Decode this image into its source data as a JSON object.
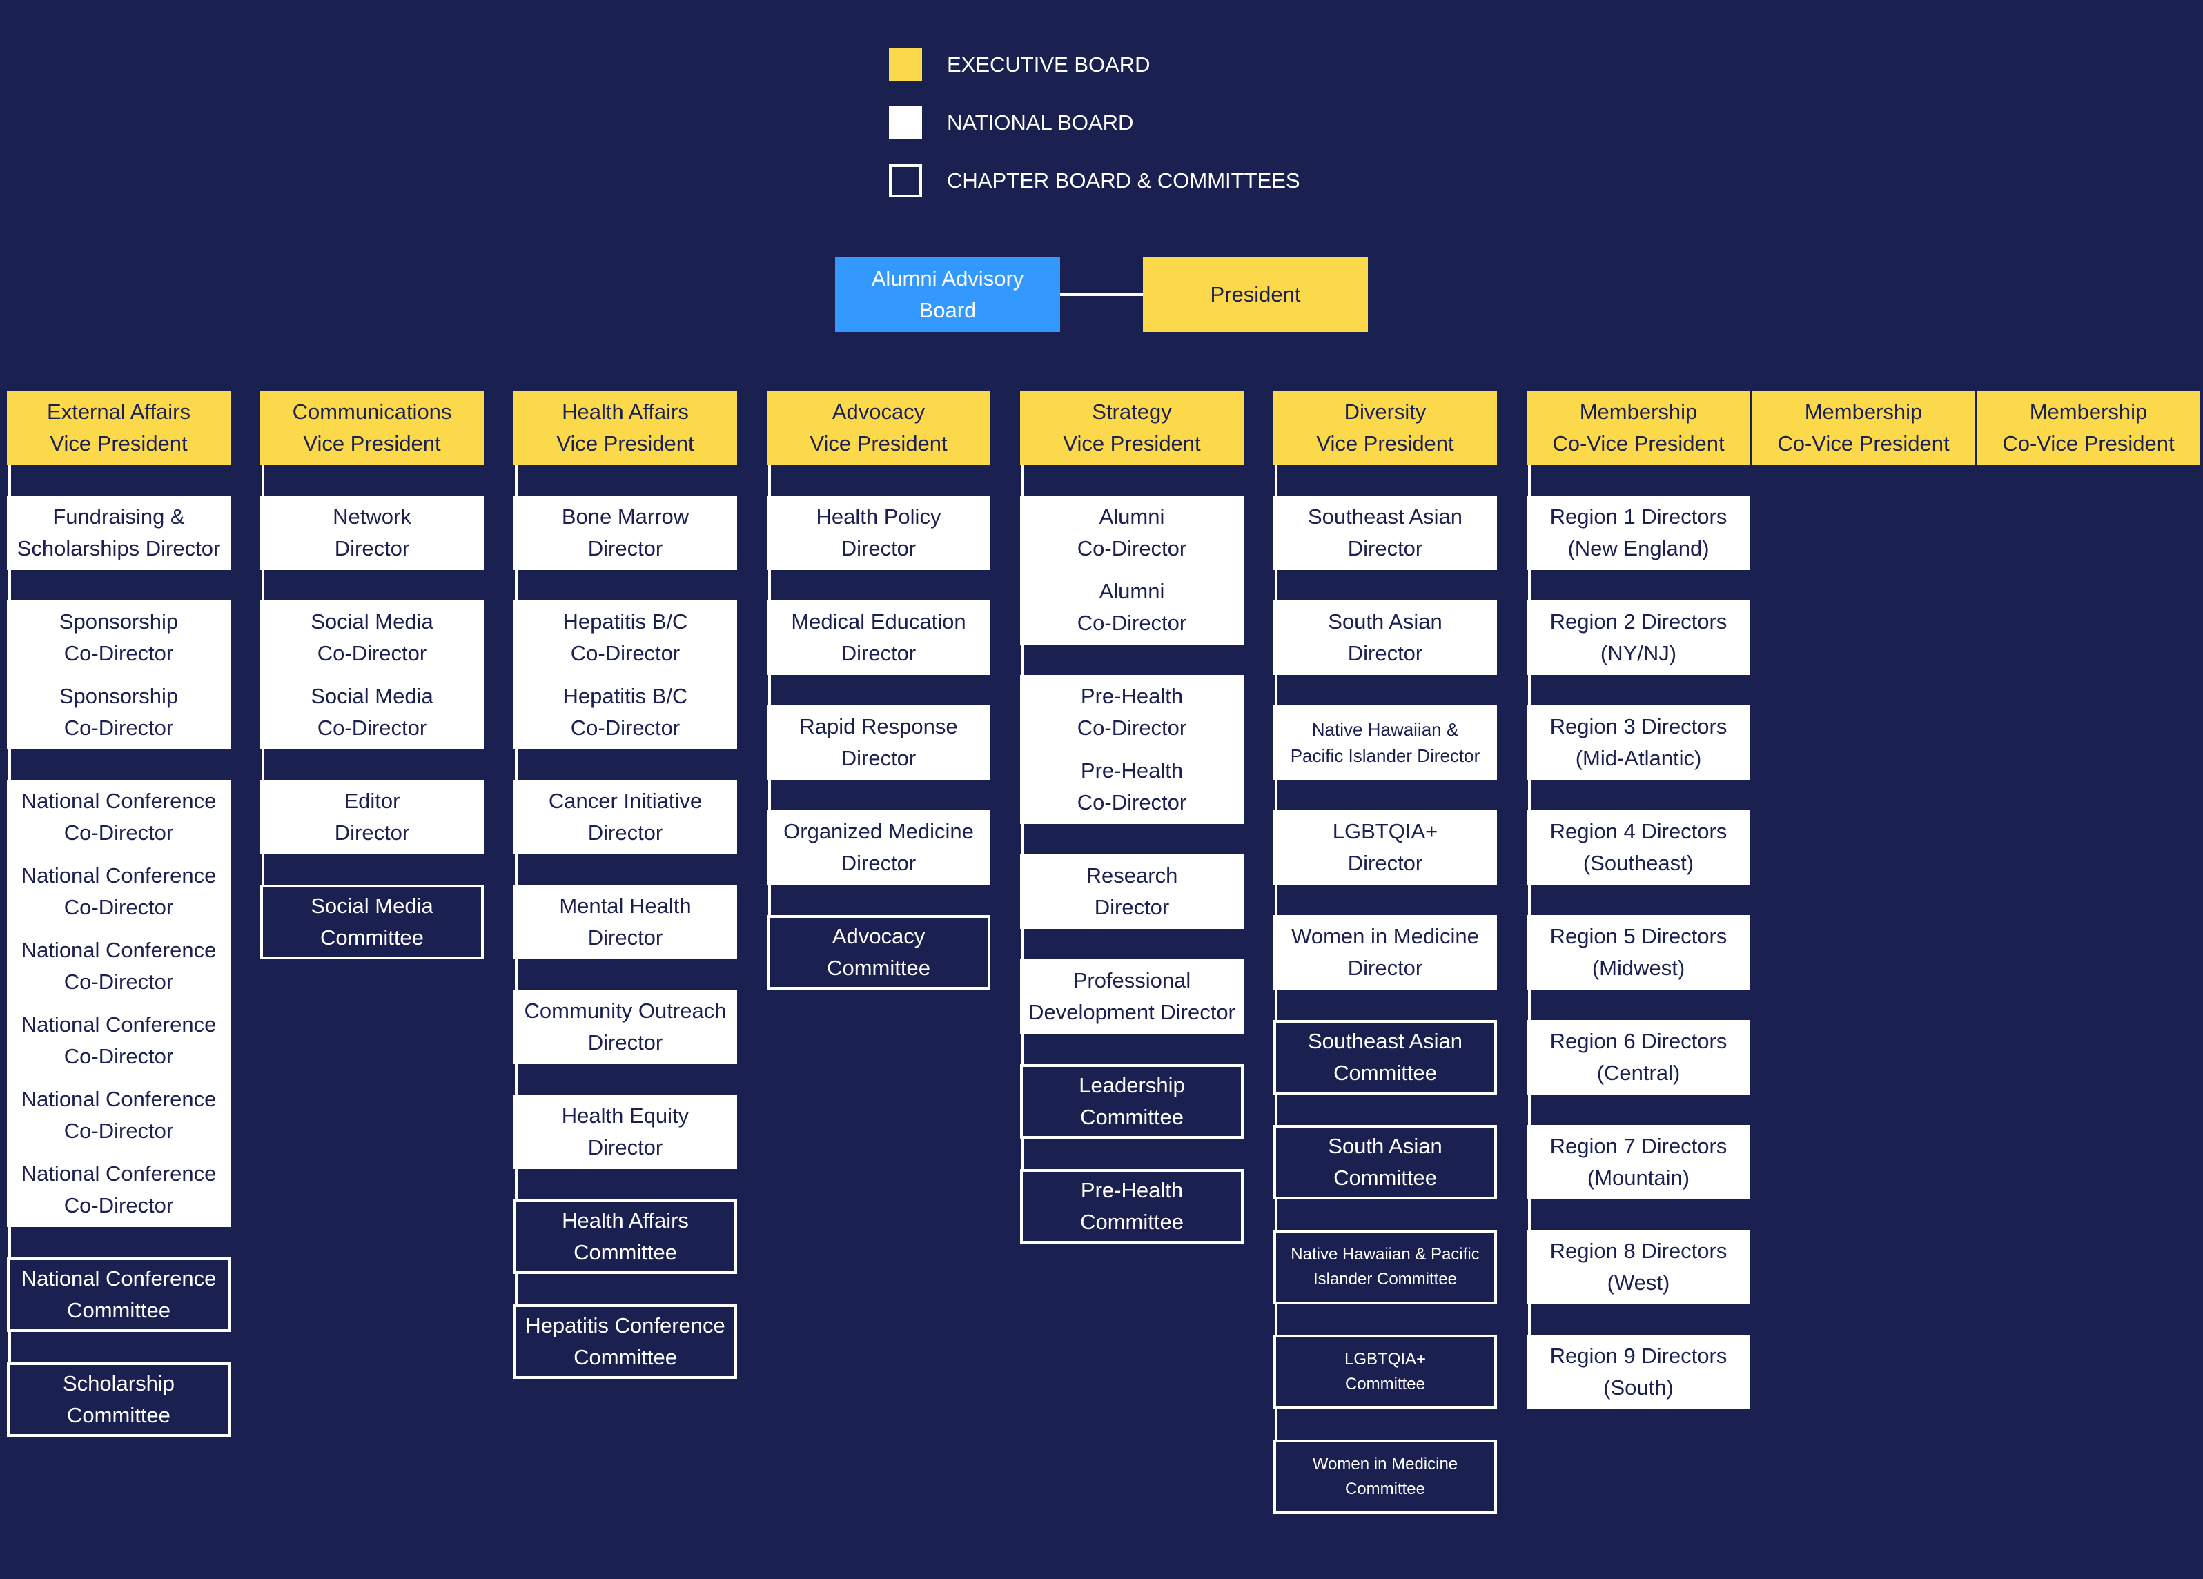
{
  "colors": {
    "background": "#1a2050",
    "executive": "#fcd94a",
    "national": "#ffffff",
    "chapter_fill": "#1a2050",
    "chapter_border": "#ffffff",
    "alumni": "#3399ff"
  },
  "legend": [
    {
      "label": "EXECUTIVE BOARD",
      "kind": "exec"
    },
    {
      "label": "NATIONAL BOARD",
      "kind": "national"
    },
    {
      "label": "CHAPTER BOARD & COMMITTEES",
      "kind": "chapter"
    }
  ],
  "top": {
    "alumni": "Alumni Advisory\nBoard",
    "president": "President"
  },
  "columns": [
    {
      "head": "External Affairs\nVice President",
      "items": [
        {
          "label": "Fundraising &\nScholarships Director",
          "kind": "national"
        },
        {
          "label": "Sponsorship\nCo-Director",
          "kind": "national"
        },
        {
          "label": "Sponsorship\nCo-Director",
          "kind": "national",
          "joined": true
        },
        {
          "label": "National Conference\nCo-Director",
          "kind": "national"
        },
        {
          "label": "National Conference\nCo-Director",
          "kind": "national",
          "joined": true
        },
        {
          "label": "National Conference\nCo-Director",
          "kind": "national",
          "joined": true
        },
        {
          "label": "National Conference\nCo-Director",
          "kind": "national",
          "joined": true
        },
        {
          "label": "National Conference\nCo-Director",
          "kind": "national",
          "joined": true
        },
        {
          "label": "National Conference\nCo-Director",
          "kind": "national",
          "joined": true
        },
        {
          "label": "National Conference\nCommittee",
          "kind": "chapter"
        },
        {
          "label": "Scholarship\nCommittee",
          "kind": "chapter"
        }
      ]
    },
    {
      "head": "Communications\nVice President",
      "items": [
        {
          "label": "Network\nDirector",
          "kind": "national"
        },
        {
          "label": "Social Media\nCo-Director",
          "kind": "national"
        },
        {
          "label": "Social Media\nCo-Director",
          "kind": "national",
          "joined": true
        },
        {
          "label": "Editor\nDirector",
          "kind": "national"
        },
        {
          "label": "Social Media\nCommittee",
          "kind": "chapter"
        }
      ]
    },
    {
      "head": "Health Affairs\nVice President",
      "items": [
        {
          "label": "Bone Marrow\nDirector",
          "kind": "national"
        },
        {
          "label": "Hepatitis B/C\nCo-Director",
          "kind": "national"
        },
        {
          "label": "Hepatitis B/C\nCo-Director",
          "kind": "national",
          "joined": true
        },
        {
          "label": "Cancer Initiative\nDirector",
          "kind": "national"
        },
        {
          "label": "Mental Health\nDirector",
          "kind": "national"
        },
        {
          "label": "Community Outreach\nDirector",
          "kind": "national"
        },
        {
          "label": "Health Equity\nDirector",
          "kind": "national"
        },
        {
          "label": "Health Affairs\nCommittee",
          "kind": "chapter"
        },
        {
          "label": "Hepatitis Conference\nCommittee",
          "kind": "chapter"
        }
      ]
    },
    {
      "head": "Advocacy\nVice President",
      "items": [
        {
          "label": "Health Policy\nDirector",
          "kind": "national"
        },
        {
          "label": "Medical Education\nDirector",
          "kind": "national"
        },
        {
          "label": "Rapid Response\nDirector",
          "kind": "national"
        },
        {
          "label": "Organized Medicine\nDirector",
          "kind": "national"
        },
        {
          "label": "Advocacy\nCommittee",
          "kind": "chapter"
        }
      ]
    },
    {
      "head": "Strategy\nVice President",
      "items": [
        {
          "label": "Alumni\nCo-Director",
          "kind": "national"
        },
        {
          "label": "Alumni\nCo-Director",
          "kind": "national",
          "joined": true
        },
        {
          "label": "Pre-Health\nCo-Director",
          "kind": "national"
        },
        {
          "label": "Pre-Health\nCo-Director",
          "kind": "national",
          "joined": true
        },
        {
          "label": "Research\nDirector",
          "kind": "national"
        },
        {
          "label": "Professional\nDevelopment Director",
          "kind": "national"
        },
        {
          "label": "Leadership\nCommittee",
          "kind": "chapter"
        },
        {
          "label": "Pre-Health\nCommittee",
          "kind": "chapter"
        }
      ]
    },
    {
      "head": "Diversity\nVice President",
      "items": [
        {
          "label": "Southeast Asian\nDirector",
          "kind": "national"
        },
        {
          "label": "South Asian\nDirector",
          "kind": "national"
        },
        {
          "label": "Native Hawaiian &\nPacific Islander Director",
          "kind": "national",
          "size": "small"
        },
        {
          "label": "LGBTQIA+\nDirector",
          "kind": "national"
        },
        {
          "label": "Women in Medicine\nDirector",
          "kind": "national"
        },
        {
          "label": "Southeast Asian\nCommittee",
          "kind": "chapter"
        },
        {
          "label": "South Asian\nCommittee",
          "kind": "chapter"
        },
        {
          "label": "Native Hawaiian & Pacific\nIslander Committee",
          "kind": "chapter",
          "size": "tiny"
        },
        {
          "label": "LGBTQIA+\nCommittee",
          "kind": "chapter",
          "size": "tiny"
        },
        {
          "label": "Women in Medicine\nCommittee",
          "kind": "chapter",
          "size": "tiny"
        }
      ]
    },
    {
      "head": "Membership\nCo-Vice President",
      "items": [
        {
          "label": "Region 1 Directors\n(New England)",
          "kind": "national"
        },
        {
          "label": "Region 2 Directors\n(NY/NJ)",
          "kind": "national"
        },
        {
          "label": "Region 3 Directors\n(Mid-Atlantic)",
          "kind": "national"
        },
        {
          "label": "Region 4 Directors\n(Southeast)",
          "kind": "national"
        },
        {
          "label": "Region 5 Directors\n(Midwest)",
          "kind": "national"
        },
        {
          "label": "Region 6 Directors\n(Central)",
          "kind": "national"
        },
        {
          "label": "Region 7 Directors\n(Mountain)",
          "kind": "national"
        },
        {
          "label": "Region 8 Directors\n(West)",
          "kind": "national"
        },
        {
          "label": "Region 9 Directors\n(South)",
          "kind": "national"
        }
      ]
    }
  ],
  "extra_heads": [
    "Membership\nCo-Vice President",
    "Membership\nCo-Vice President"
  ]
}
